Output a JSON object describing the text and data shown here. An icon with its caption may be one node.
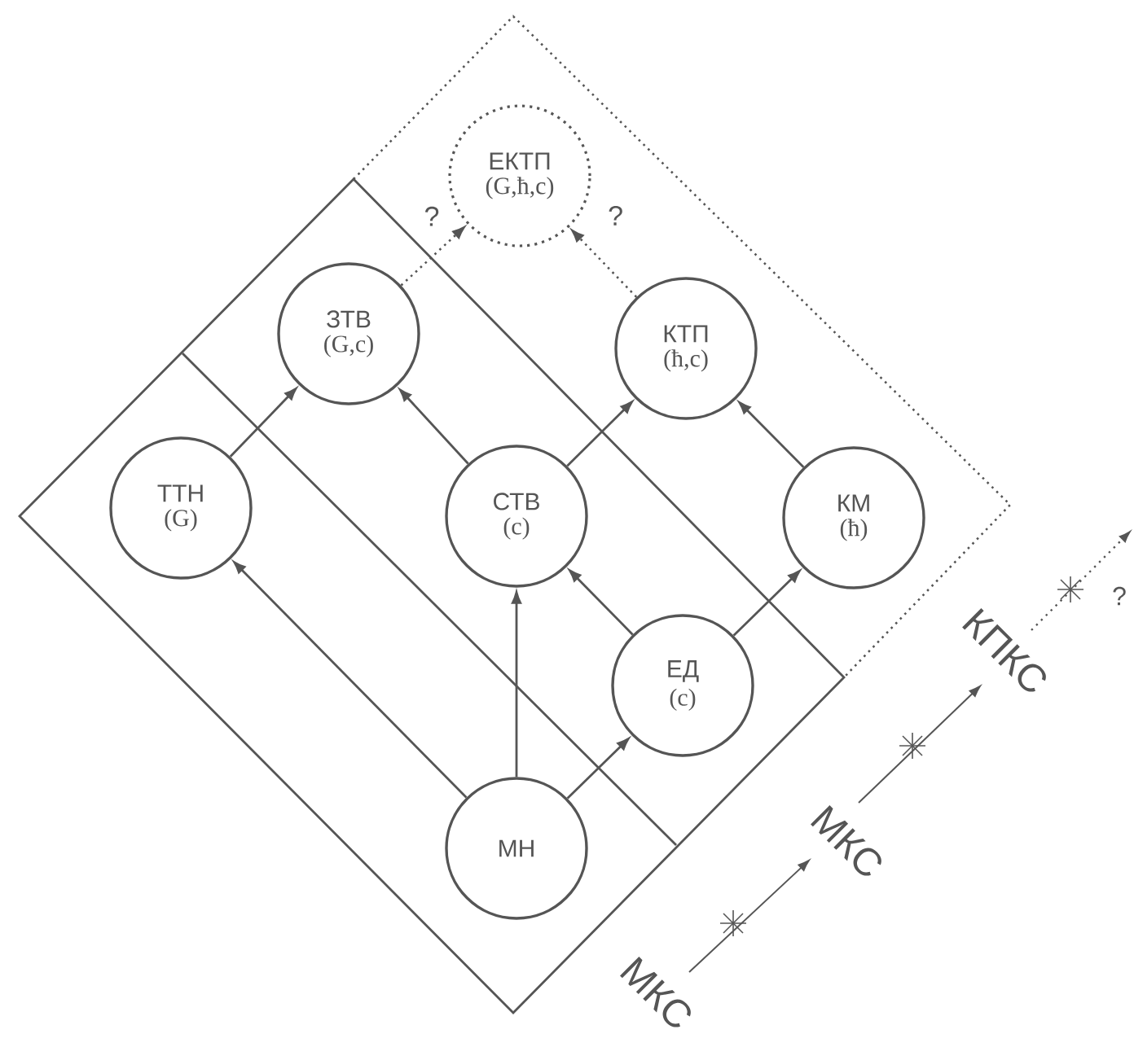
{
  "diagram": {
    "nodes": [
      {
        "text": [
          "ЕКТП",
          "(G,ħ,c)"
        ]
      },
      {
        "text": [
          "ЗТВ",
          "(G,c)"
        ]
      },
      {
        "text": [
          "КТП",
          "(ħ,c)"
        ]
      },
      {
        "text": [
          "ТТН",
          "(G)"
        ]
      },
      {
        "text": [
          "СТВ",
          "(c)"
        ]
      },
      {
        "text": [
          "КМ",
          "(ħ)"
        ]
      },
      {
        "text": [
          "ЕД",
          "(c)"
        ]
      },
      {
        "text": [
          "МН"
        ]
      }
    ],
    "edges": [
      {
        "from": 7,
        "to": 3,
        "arrow": "to"
      },
      {
        "from": 7,
        "to": 4,
        "arrow": "to"
      },
      {
        "from": 7,
        "to": 6,
        "arrow": "to"
      },
      {
        "from": 6,
        "to": 4,
        "arrow": "to"
      },
      {
        "from": 6,
        "to": 5,
        "arrow": "to"
      },
      {
        "from": 3,
        "to": 1,
        "arrow": "to"
      },
      {
        "from": 4,
        "to": 1,
        "arrow": "to"
      },
      {
        "from": 4,
        "to": 2,
        "arrow": "to"
      },
      {
        "from": 5,
        "to": 2,
        "arrow": "to"
      },
      {
        "from": 1,
        "to": 0,
        "arrow": "to",
        "label": "?",
        "style": "dashed"
      },
      {
        "from": 2,
        "to": 0,
        "arrow": "to",
        "label": "?",
        "style": "dashed"
      }
    ],
    "labels": [
      "МКС",
      "МКС",
      "КПКС",
      "?"
    ]
  }
}
